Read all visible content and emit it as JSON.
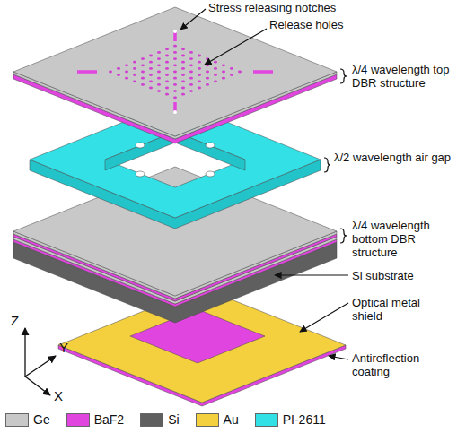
{
  "diagram": {
    "labels": [
      "Stress releasing notches",
      "Release holes",
      "λ/4 wavelength top DBR structure",
      "λ/2 wavelength air gap",
      "λ/4 wavelength bottom DBR structure",
      "Si substrate",
      "Optical metal shield",
      "Antireflection coating",
      "Z",
      "Y",
      "X"
    ],
    "legend": [
      {
        "text": "Ge",
        "color": "#c8c8c8"
      },
      {
        "text": "BaF2",
        "color": "#e045e0"
      },
      {
        "text": "Si",
        "color": "#5f5f5f"
      },
      {
        "text": "Au",
        "color": "#f4d03f"
      },
      {
        "text": "PI-2611",
        "color": "#33e0e6"
      }
    ]
  }
}
